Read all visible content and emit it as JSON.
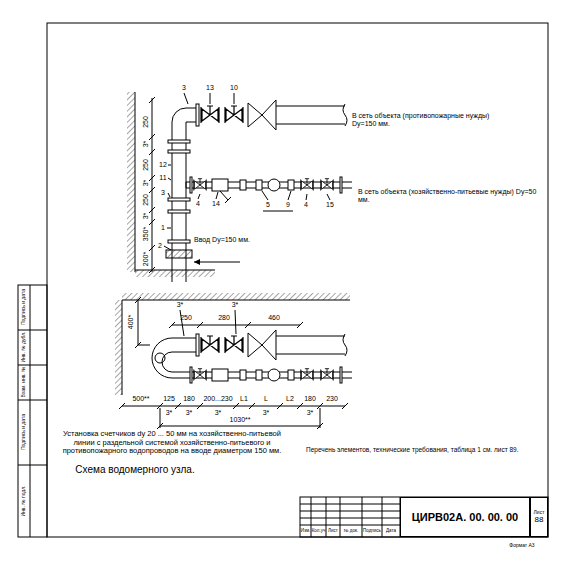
{
  "diagram": {
    "caption": "Схема водомерного узла.",
    "nodes": [
      {
        "text": [
          "ЦИРВ02А. 00. 00. 00"
        ]
      },
      {
        "text": [
          "Лист",
          "88"
        ]
      }
    ],
    "labels": [
      "3",
      "13",
      "10",
      "12",
      "11",
      "3",
      "4",
      "14",
      "5",
      "9",
      "4",
      "15",
      "1",
      "2",
      "250",
      "3*",
      "250",
      "3*",
      "250",
      "3*",
      "350*",
      "200*",
      "Ввод Dy=150 мм.",
      "В сеть объекта (противопожарные нужды) Dy=150 мм.",
      "В сеть объекта (хозяйственно-питьевые нужды) Dy=50 мм.",
      "3*",
      "3*",
      "400*",
      "250",
      "280",
      "460",
      "500**",
      "125",
      "180",
      "200...230",
      "L1",
      "L",
      "L2",
      "180",
      "230",
      "3*",
      "3*",
      "3*",
      "3*",
      "3*",
      "1030**",
      "Установка счетчиков dy 20 ... 50 мм на хозяйственно-питьевой линии с раздельной системой хозяйственно-питьевого и противопожарного водопроводов на вводе диаметром 150 мм.",
      "Перечень элементов, технические требования, таблица 1 см. лист 89.",
      "Изм.",
      "Кол.уч",
      "Лист",
      "№ док.",
      "Подпись",
      "Дата",
      "Подпись и дата",
      "Инв. № дубл.",
      "Взам. инв. №",
      "Подпись и дата",
      "Инв. № подл.",
      "Формат А3"
    ]
  }
}
